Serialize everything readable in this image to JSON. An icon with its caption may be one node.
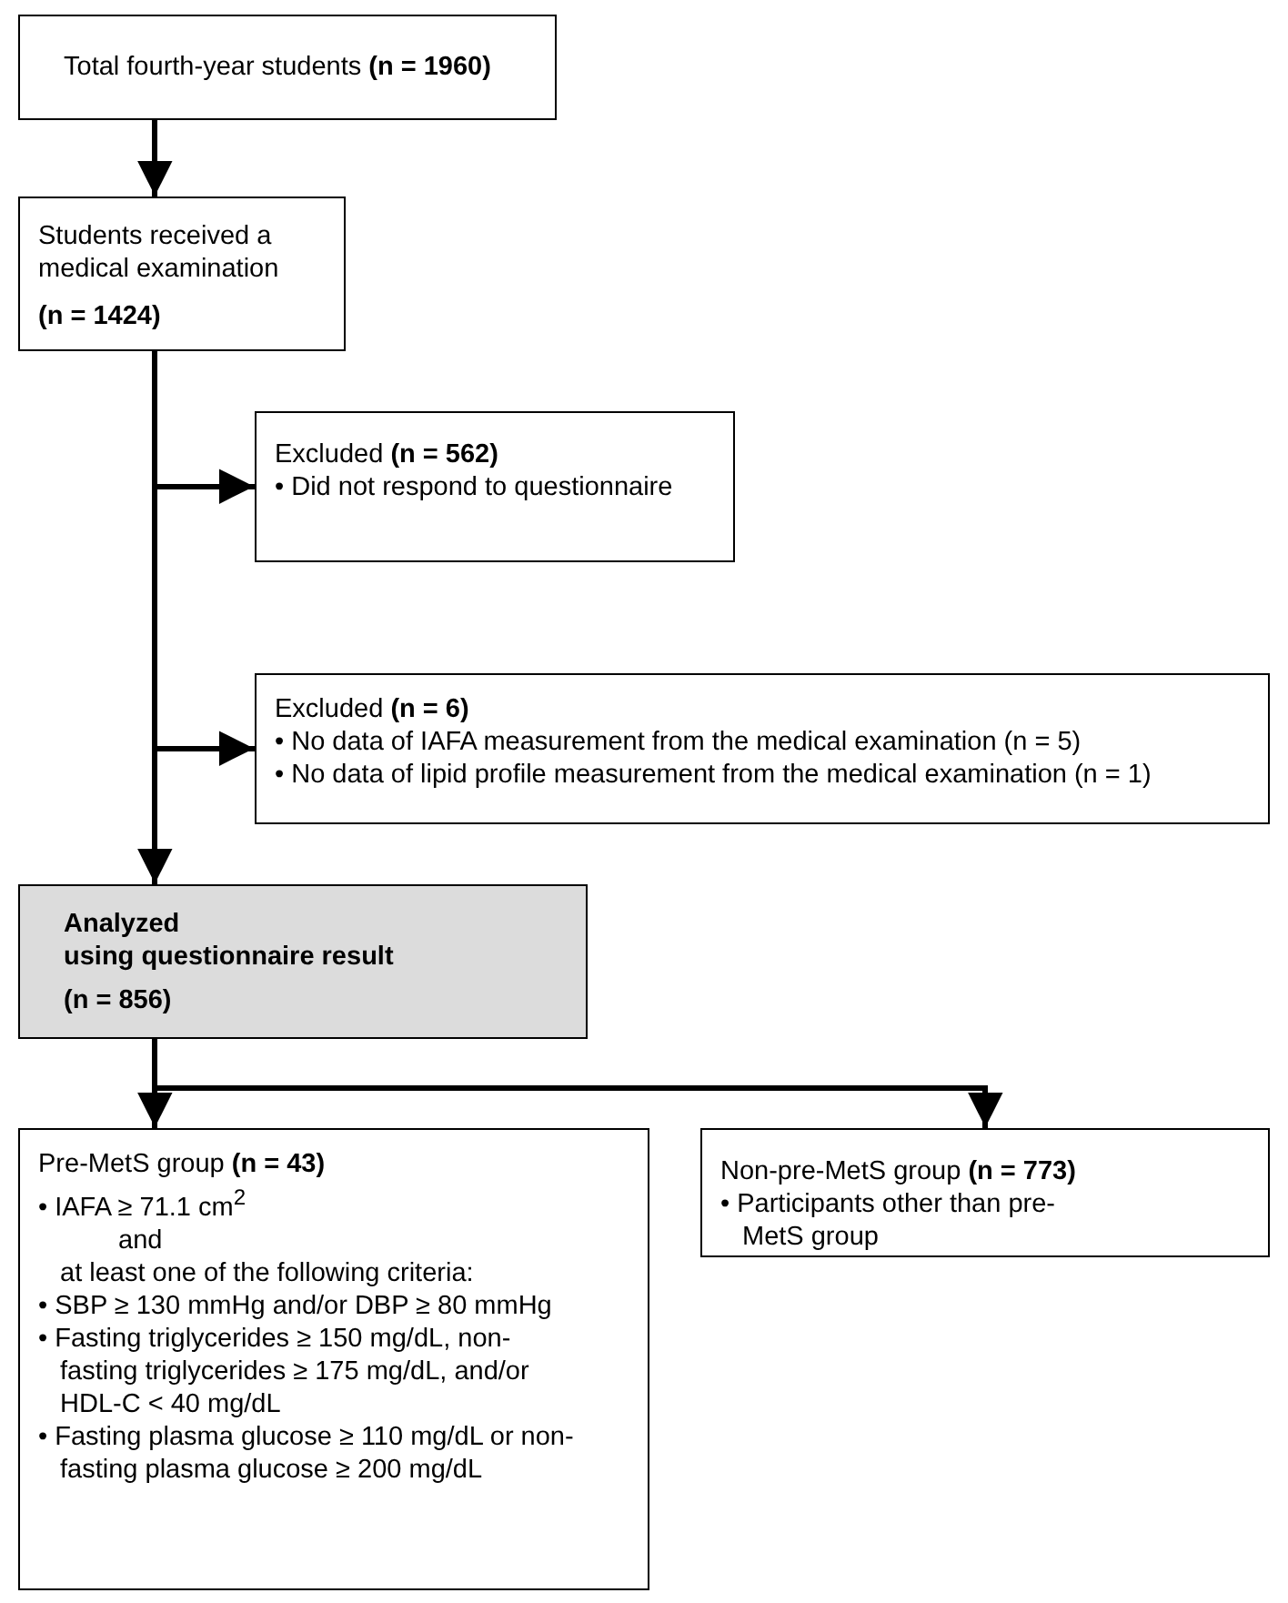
{
  "diagram": {
    "nodes": [
      {
        "text": [
          "Total fourth-year students **(n = 1960)**"
        ]
      },
      {
        "text": [
          "Students received a medical examination",
          "**(n = 1424)**"
        ]
      },
      {
        "text": [
          "Excluded **(n = 562)**",
          "• Did not respond to questionnaire"
        ]
      },
      {
        "text": [
          "Excluded **(n = 6)**",
          "• No data of IAFA measurement from the medical examination (n = 5)",
          "• No data of lipid profile measurement from the medical examination (n = 1)"
        ]
      },
      {
        "text": [
          "Analyzed",
          "using questionnaire result",
          "(n = 856)"
        ]
      },
      {
        "text": [
          "Pre-MetS group **(n = 43)**",
          "• IAFA ≥ 71.1 cm$^{2}$",
          "and",
          "at least one of the following criteria:",
          "• SBP ≥ 130 mmHg and/or DBP ≥ 80 mmHg",
          "• Fasting triglycerides ≥ 150 mg/dL, non-fasting triglycerides ≥ 175 mg/dL, and/or HDL-C < 40 mg/dL",
          "• Fasting plasma glucose ≥ 110 mg/dL or non-fasting plasma glucose ≥ 200 mg/dL"
        ]
      },
      {
        "text": [
          "Non-pre-MetS group **(n = 773)**",
          "• Participants other than pre-MetS group"
        ]
      }
    ],
    "edges": [
      {
        "from": 0,
        "to": 1,
        "arrow": "to"
      },
      {
        "from": 1,
        "to": 4,
        "arrow": "to"
      },
      {
        "from": 1,
        "to": 2,
        "arrow": "to"
      },
      {
        "from": 1,
        "to": 3,
        "arrow": "to"
      },
      {
        "from": 4,
        "to": 5,
        "arrow": "to"
      },
      {
        "from": 4,
        "to": 6,
        "arrow": "to"
      }
    ]
  }
}
